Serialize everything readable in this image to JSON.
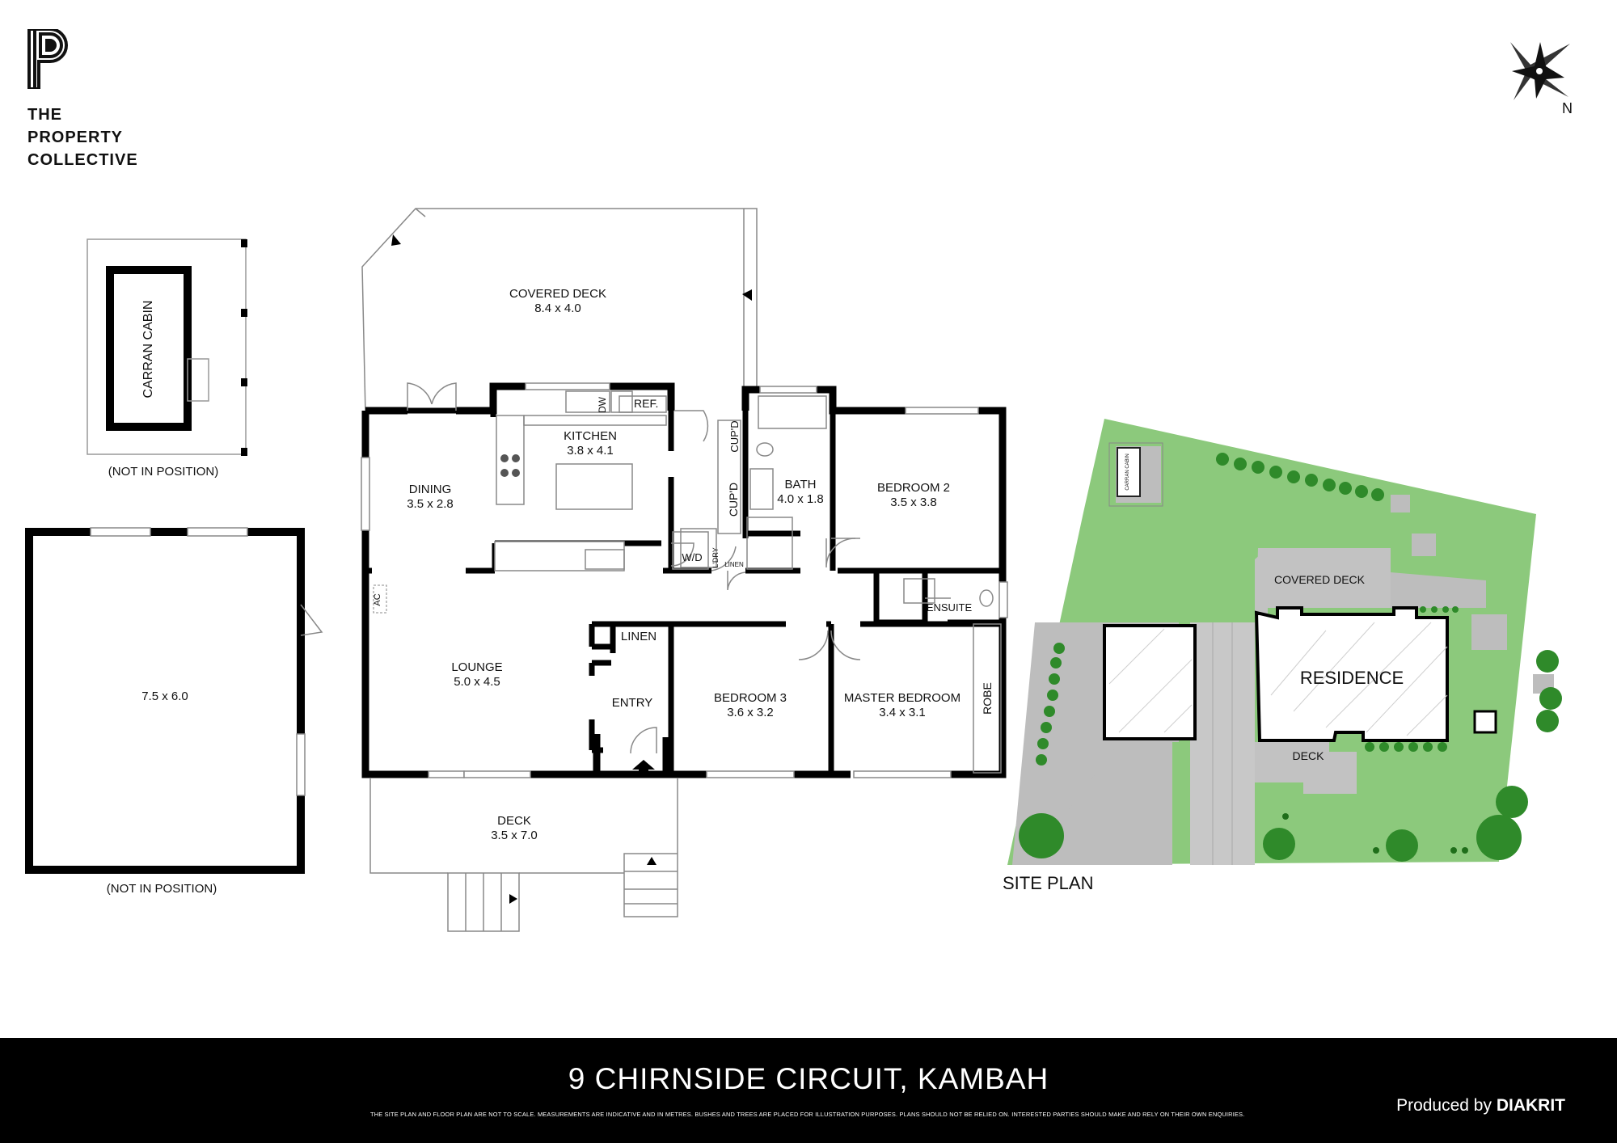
{
  "brand": {
    "line1": "THE",
    "line2": "PROPERTY",
    "line3": "COLLECTIVE",
    "logo_icon": "p-monogram-icon"
  },
  "compass": {
    "label": "N",
    "icon": "compass-rose-icon"
  },
  "floorplan": {
    "covered_deck": {
      "name": "COVERED DECK",
      "size": "8.4 x 4.0"
    },
    "kitchen": {
      "name": "KITCHEN",
      "size": "3.8 x 4.1"
    },
    "dining": {
      "name": "DINING",
      "size": "3.5 x 2.8"
    },
    "bath": {
      "name": "BATH",
      "size": "4.0 x 1.8"
    },
    "bedroom2": {
      "name": "BEDROOM 2",
      "size": "3.5 x 3.8"
    },
    "lounge": {
      "name": "LOUNGE",
      "size": "5.0 x 4.5"
    },
    "entry": {
      "name": "ENTRY"
    },
    "bedroom3": {
      "name": "BEDROOM 3",
      "size": "3.6 x 3.2"
    },
    "master": {
      "name": "MASTER BEDROOM",
      "size": "3.4 x 3.1"
    },
    "deck": {
      "name": "DECK",
      "size": "3.5 x 7.0"
    },
    "labels": {
      "dw": "DW",
      "ref": "REF.",
      "cupd1": "CUP'D",
      "cupd2": "CUP'D",
      "wd": "W/D",
      "ldry": "L'DRY",
      "linen_small": "LINEN",
      "linen": "LINEN",
      "ensuite": "ENSUITE",
      "robe": "ROBE",
      "ac": "AC"
    }
  },
  "cabin": {
    "name": "CARRAN CABIN",
    "note": "(NOT IN POSITION)"
  },
  "shed": {
    "size": "7.5 x 6.0",
    "note": "(NOT IN POSITION)"
  },
  "site_plan": {
    "label": "SITE PLAN",
    "residence": "RESIDENCE",
    "covered_deck": "COVERED DECK",
    "deck": "DECK",
    "cabin": "CARRAN CABIN"
  },
  "footer": {
    "address": "9 CHIRNSIDE CIRCUIT, KAMBAH",
    "disclaimer": "THE SITE PLAN AND FLOOR PLAN ARE NOT TO SCALE. MEASUREMENTS ARE INDICATIVE AND IN METRES. BUSHES AND TREES ARE PLACED FOR ILLUSTRATION PURPOSES. PLANS SHOULD NOT BE RELIED ON. INTERESTED PARTIES SHOULD MAKE AND RELY ON THEIR OWN ENQUIRIES.",
    "produced_by": "Produced by",
    "producer": "DIAKRIT"
  },
  "colors": {
    "lawn": "#8cc97c",
    "paving": "#bdbdbd",
    "tree": "#2f8a2a",
    "wall": "#000000",
    "footer_bg": "#000000"
  }
}
